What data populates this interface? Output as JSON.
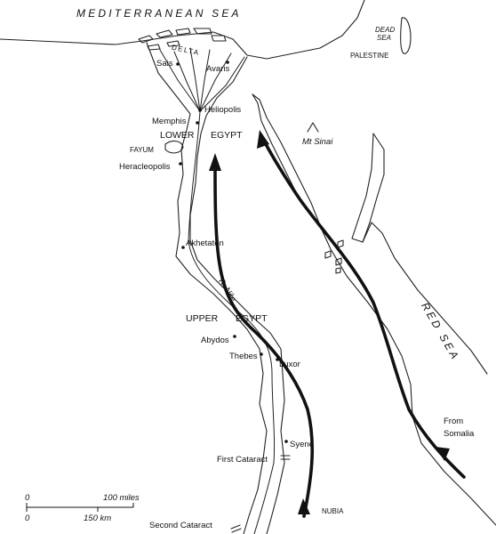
{
  "seas": {
    "mediterranean": "MEDITERRANEAN SEA",
    "red": "RED SEA",
    "dead_line1": "DEAD",
    "dead_line2": "SEA"
  },
  "regions": {
    "delta": "DELTA",
    "lower_1": "LOWER",
    "lower_2": "EGYPT",
    "upper_1": "UPPER",
    "upper_2": "EGYPT",
    "palestine": "PALESTINE",
    "nubia": "NUBIA",
    "fayum": "FAYUM"
  },
  "places": {
    "sais": "Sais",
    "avaris": "Avaris",
    "heliopolis": "Heliopolis",
    "memphis": "Memphis",
    "heracleopolis": "Heracleopolis",
    "akhetaton": "Akhetaton",
    "abydos": "Abydos",
    "thebes": "Thebes",
    "luxor": "Luxor",
    "syene": "Syene",
    "first_cataract": "First Cataract",
    "second_cataract": "Second Cataract",
    "mt_sinai": "Mt Sinai"
  },
  "river_label": "R. Nile",
  "route_labels": {
    "from_1": "From",
    "from_2": "Somalia"
  },
  "scale": {
    "zero_top": "0",
    "miles": "100 miles",
    "zero_bottom": "0",
    "km": "150 km"
  }
}
